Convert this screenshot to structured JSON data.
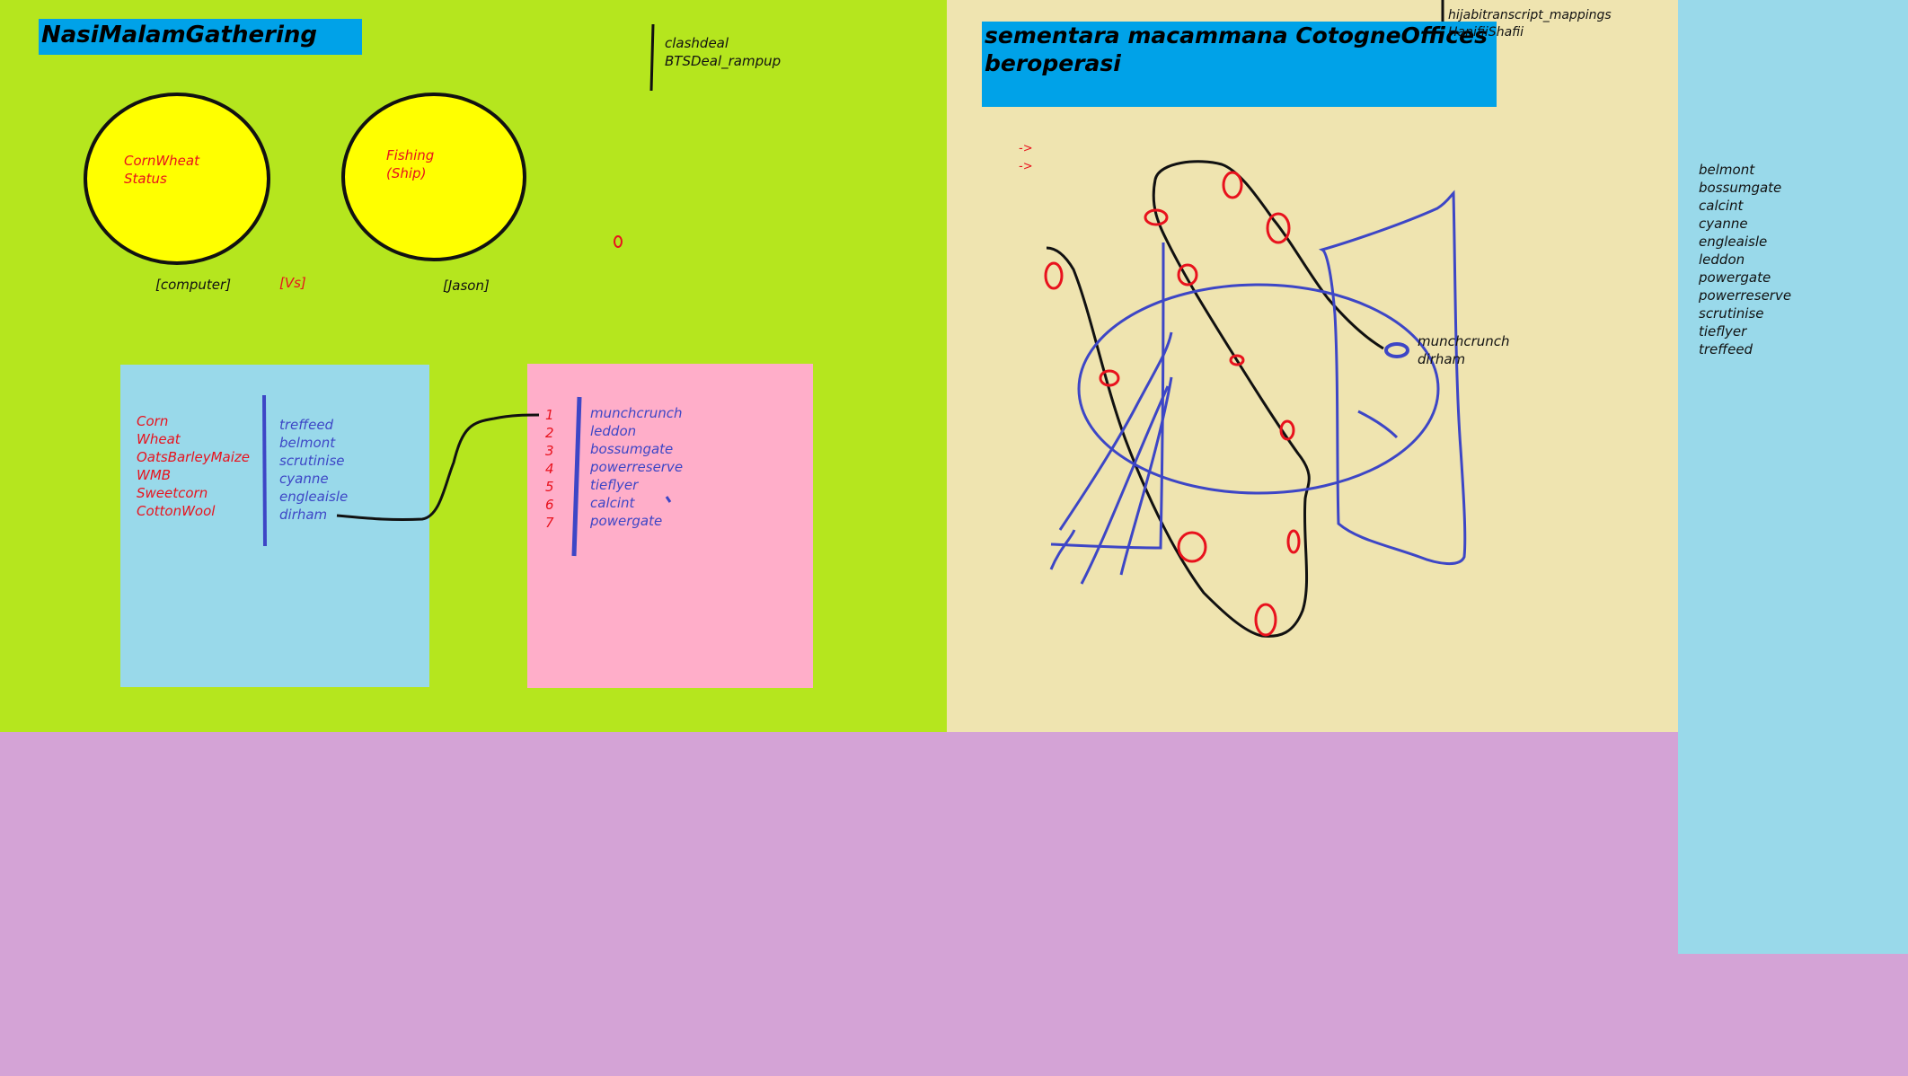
{
  "left_panel": {
    "title": "NasiMalamGathering",
    "circle_left": {
      "line1": "CornWheat",
      "line2": "Status"
    },
    "circle_right": {
      "line1": "Fishing",
      "line2": "(Ship)"
    },
    "label_computer": "[computer]",
    "label_vs": "[Vs]",
    "label_jason": "[Jason]",
    "note": {
      "line1": "clashdeal",
      "line2": "BTSDeal_rampup"
    },
    "crops": [
      "Corn",
      "Wheat",
      "OatsBarleyMaize",
      "WMB",
      "Sweetcorn",
      "CottonWool"
    ],
    "blue_list": [
      "treffeed",
      "belmont",
      "scrutinise",
      "cyanne",
      "engleaisle",
      "dirham"
    ],
    "numbers": [
      "1",
      "2",
      "3",
      "4",
      "5",
      "6",
      "7"
    ],
    "pink_list": [
      "munchcrunch",
      "leddon",
      "bossumgate",
      "powerreserve",
      "tieflyer",
      "calcint",
      "powergate"
    ]
  },
  "middle_panel": {
    "title": "sementara macammana CotogneOffices beroperasi",
    "top_note": {
      "line1": "hijabitranscript_mappings",
      "line2": "HanifiiShafii"
    },
    "arrows": [
      "->",
      "->"
    ],
    "callout": {
      "line1": "munchcrunch",
      "line2": "dirham"
    }
  },
  "right_panel": {
    "list": [
      "belmont",
      "bossumgate",
      "calcint",
      "cyanne",
      "engleaisle",
      "leddon",
      "powergate",
      "powerreserve",
      "scrutinise",
      "tieflyer",
      "treffeed"
    ]
  },
  "colors": {
    "green": "#b5e61e",
    "beige": "#efe4b0",
    "light_blue": "#99d9ea",
    "pink": "#ffaec9",
    "lilac": "#d4a3d6",
    "title_blue": "#00a2e8",
    "yellow": "#ffff00",
    "red_ink": "#e8121d",
    "blue_ink": "#3d46c6"
  }
}
